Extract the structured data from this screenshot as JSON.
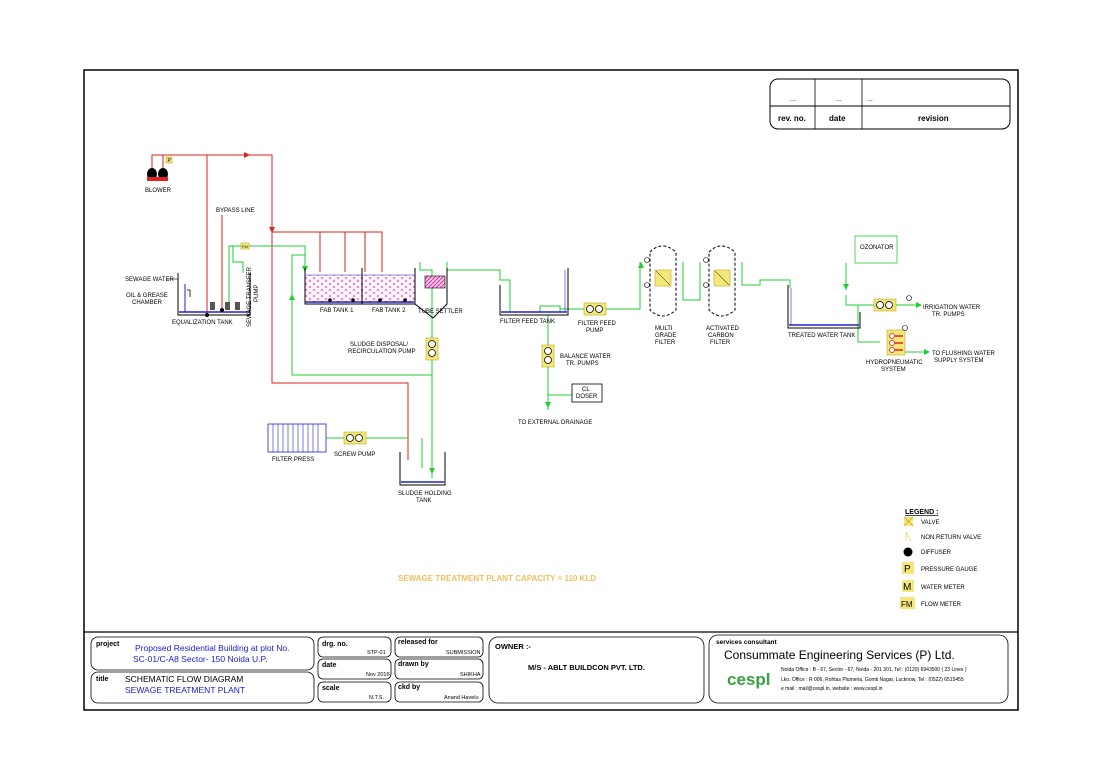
{
  "colors": {
    "green": "#22cc33",
    "red": "#dd2222",
    "blue": "#2222cc",
    "pink": "#ee88cc",
    "yellow": "#f5e87a",
    "capacity": "#f0c060",
    "project_blue": "#1a1ad0"
  },
  "revision_table": {
    "entries": [
      "...",
      "...",
      "..."
    ],
    "headers": [
      "rev. no.",
      "date",
      "revision"
    ]
  },
  "labels": {
    "blower": "BLOWER",
    "bypass_line": "BYPASS LINE",
    "sewage_water": "SEWAGE WATER",
    "oil_grease_1": "OIL & GREASE",
    "oil_grease_2": "CHAMBER",
    "equalization_tank": "EQUALIZATION TANK",
    "sewage_transfer_pump_1": "SEWAGE TRANSFER",
    "sewage_transfer_pump_2": "PUMP",
    "fab_tank_1": "FAB TANK 1",
    "fab_tank_2": "FAB TANK 2",
    "tube_settler": "TUBE SETTLER",
    "sludge_recirc_1": "SLUDGE DISPOSAL/",
    "sludge_recirc_2": "RECIRCULATION PUMP",
    "filter_feed_tank": "FILTER FEED TANK",
    "filter_feed_pump_1": "FILTER FEED",
    "filter_feed_pump_2": "PUMP",
    "multi_grade_1": "MULTI",
    "multi_grade_2": "GRADE",
    "multi_grade_3": "FILTER",
    "activated_carbon_1": "ACTIVATED",
    "activated_carbon_2": "CARBON",
    "activated_carbon_3": "FILTER",
    "treated_water_tank": "TREATED WATER TANK",
    "ozonator": "OZONATOR",
    "irrigation_1": "IRRIGATION WATER",
    "irrigation_2": "TR. PUMPS",
    "hydropneumatic_1": "HYDROPNEUMATIC",
    "hydropneumatic_2": "SYSTEM",
    "flushing_1": "TO FLUSHING WATER",
    "flushing_2": "SUPPLY SYSTEM",
    "balance_water_1": "BALANCE WATER",
    "balance_water_2": "TR. PUMPS",
    "cl_doser_1": "CL",
    "cl_doser_2": "DOSER",
    "external_drainage": "TO EXTERNAL DRAINAGE",
    "filter_press": "FILTER PRESS",
    "screw_pump": "SCREW PUMP",
    "sludge_holding_1": "SLUDGE HOLDING",
    "sludge_holding_2": "TANK",
    "gauge_p": "P",
    "fm": "FM"
  },
  "capacity_text": "SEWAGE TREATMENT PLANT CAPACITY = 110 KLD",
  "legend": {
    "title": "LEGEND :",
    "items": [
      {
        "symbol": "",
        "label": "VALVE"
      },
      {
        "symbol": "",
        "label": "NON RETURN VALVE"
      },
      {
        "symbol": "",
        "label": "DIFFUSER"
      },
      {
        "symbol": "P",
        "label": "PRESSURE GAUGE"
      },
      {
        "symbol": "M",
        "label": "WATER METER"
      },
      {
        "symbol": "FM",
        "label": "FLOW METER"
      }
    ]
  },
  "title_block": {
    "project_label": "project",
    "project_line1": "Proposed Residential Building  at plot No.",
    "project_line2": "SC-01/C-A8  Sector- 150 Noida U.P.",
    "title_label": "title",
    "title_line1": "SCHEMATIC FLOW DIAGRAM",
    "title_line2": "SEWAGE TREATMENT PLANT",
    "drg_no_label": "drg. no.",
    "drg_no": "STP-01",
    "date_label": "date",
    "date": "Nov 2016",
    "scale_label": "scale",
    "scale": "N.T.S.",
    "released_label": "released for",
    "released": "SUBMISSION",
    "drawn_label": "drawn by",
    "drawn": "SHIKHA",
    "ckd_label": "ckd by",
    "ckd": "Anand Havelu",
    "owner_label": "OWNER :-",
    "owner": "M/S - ABLT BUILDCON  PVT.  LTD.",
    "consultant_label": "services consultant",
    "consultant_name": "Consummate Engineering Services (P) Ltd.",
    "address1": "Noida Office : B - 67, Sector - 67, Noida - 201 301, Tel : (0120) 6943500 ( 23 Lines )",
    "address2": "Lko. Office : R 006, Rohtas Plumeria, Gomti Nagar, Lucknow, Tel : (0522) 6515455",
    "address3": "e mail  :  mail@cespl.in,   website :  www.cespl.in",
    "logo_text": "cespl"
  }
}
